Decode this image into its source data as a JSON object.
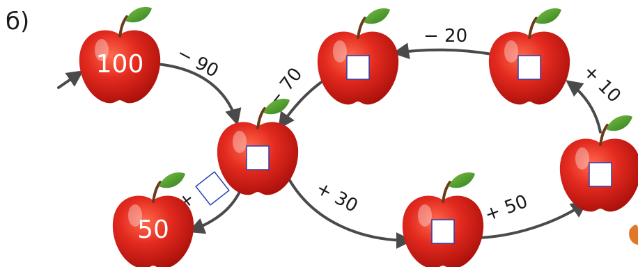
{
  "part_label": "б)",
  "apples": [
    {
      "id": "apple-start",
      "value": "100"
    },
    {
      "id": "apple-center",
      "value": ""
    },
    {
      "id": "apple-top-middle",
      "value": ""
    },
    {
      "id": "apple-top-right",
      "value": ""
    },
    {
      "id": "apple-right",
      "value": ""
    },
    {
      "id": "apple-bottom-middle",
      "value": ""
    },
    {
      "id": "apple-result",
      "value": "50"
    }
  ],
  "operations": {
    "start_to_center": "− 90",
    "top_middle_to_center": "− 70",
    "top_right_to_top_middle": "− 20",
    "right_to_top_right": "+ 10",
    "center_to_bottom_middle": "+ 30",
    "bottom_middle_to_right": "+ 50",
    "center_to_result_sign": "+"
  },
  "colors": {
    "apple_red": "#e32a1f",
    "apple_dark": "#b3110b",
    "leaf_green": "#3f9b2a",
    "arrow_gray": "#4a4a4a",
    "answer_box_border": "#2a3fb0",
    "answer_box_fill": "#ffffff"
  }
}
